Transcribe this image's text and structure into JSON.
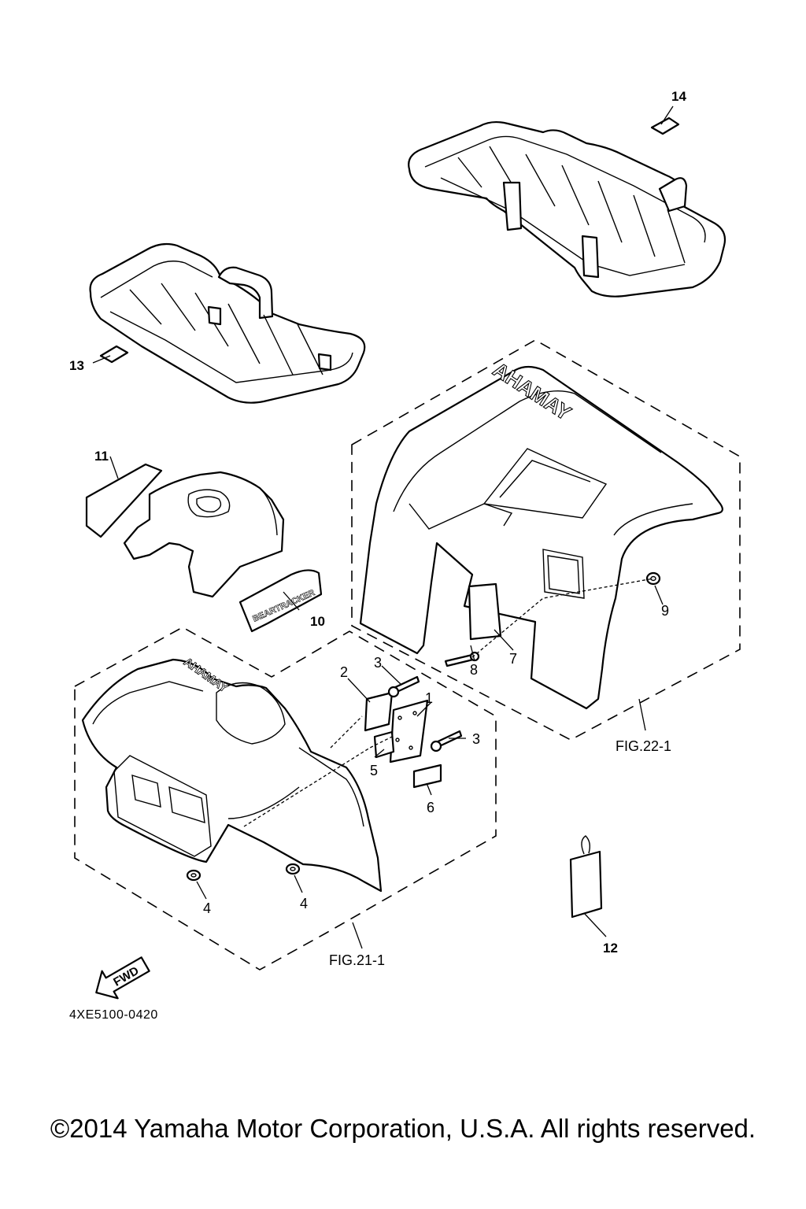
{
  "callouts": {
    "c1": "1",
    "c2": "2",
    "c3a": "3",
    "c3b": "3",
    "c4a": "4",
    "c4b": "4",
    "c5": "5",
    "c6": "6",
    "c7": "7",
    "c8": "8",
    "c9": "9",
    "c10": "10",
    "c11": "11",
    "c12": "12",
    "c13": "13",
    "c14": "14"
  },
  "figure_refs": {
    "front": "FIG.21-1",
    "rear": "FIG.22-1"
  },
  "fwd_label": "FWD",
  "brand_marks": {
    "rear_fender": "YAMAHA",
    "front_fender": "YAMAHA"
  },
  "ref_code": "4XE5100-0420",
  "copyright": "©2014 Yamaha Motor Corporation, U.S.A. All rights reserved."
}
